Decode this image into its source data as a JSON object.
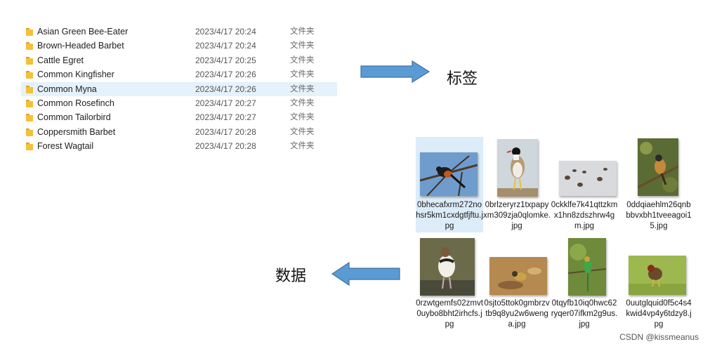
{
  "folders": [
    {
      "name": "Asian Green Bee-Eater",
      "date": "2023/4/17 20:24",
      "type": "文件夹"
    },
    {
      "name": "Brown-Headed Barbet",
      "date": "2023/4/17 20:24",
      "type": "文件夹"
    },
    {
      "name": "Cattle Egret",
      "date": "2023/4/17 20:25",
      "type": "文件夹"
    },
    {
      "name": "Common Kingfisher",
      "date": "2023/4/17 20:26",
      "type": "文件夹"
    },
    {
      "name": "Common Myna",
      "date": "2023/4/17 20:26",
      "type": "文件夹",
      "selected": true
    },
    {
      "name": "Common Rosefinch",
      "date": "2023/4/17 20:27",
      "type": "文件夹"
    },
    {
      "name": "Common Tailorbird",
      "date": "2023/4/17 20:27",
      "type": "文件夹"
    },
    {
      "name": "Coppersmith Barbet",
      "date": "2023/4/17 20:28",
      "type": "文件夹"
    },
    {
      "name": "Forest Wagtail",
      "date": "2023/4/17 20:28",
      "type": "文件夹"
    }
  ],
  "labels": {
    "tags": "标签",
    "data": "数据"
  },
  "thumbnails": [
    {
      "caption": "0bhecafxrm272nohsr5km1cxdgtfjftu.jpg",
      "selected": true
    },
    {
      "caption": "0brlzeryrz1txpapyxm309zja0qlomke.jpg"
    },
    {
      "caption": "0ckklfe7k41qttzkmx1hn8zdszhrw4gm.jpg"
    },
    {
      "caption": "0ddqiaehlm26qnbbbvxbh1tveeagoi15.jpg"
    },
    {
      "caption": "0rzwtgemfs02zmvt0uybo8bht2irhcfs.jpg"
    },
    {
      "caption": "0sjto5ttok0gmbrzvtb9q8yu2w6wenga.jpg"
    },
    {
      "caption": "0tqyfb10iq0hwc62ryqer07ifkm2g9us.jpg"
    },
    {
      "caption": "0uutglquid0f5c4s4kwid4vp4y6tdzy8.jpg"
    }
  ],
  "watermark": "CSDN @kissmeanus",
  "colors": {
    "arrow": "#5b9bd5",
    "arrow_border": "#41719c",
    "selection": "#e5f1fb",
    "folder": "#f3c13a"
  }
}
